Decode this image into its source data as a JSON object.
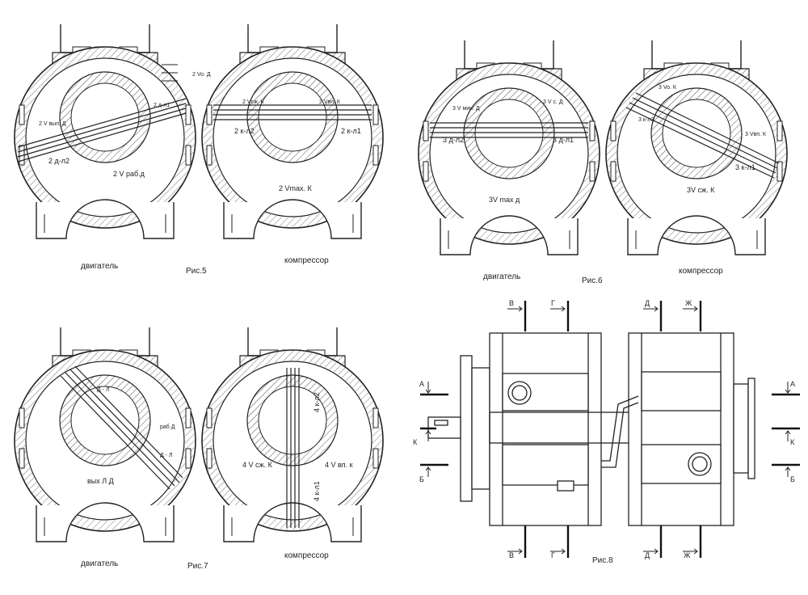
{
  "figures": {
    "fig5": {
      "caption": "Рис.5",
      "left": {
        "title": "двигатель",
        "labels": [
          "2 Vo. Д",
          "2 д-л1",
          "2 V вып. Д",
          "2 д-л2",
          "2 V раб.д"
        ]
      },
      "right": {
        "title": "компрессор",
        "labels": [
          "2 Vсж. К",
          "2 Vвп. К",
          "2 к-л2",
          "2 к-л1",
          "2 Vmax. К"
        ]
      }
    },
    "fig6": {
      "caption": "Рис.6",
      "left": {
        "title": "двигатель",
        "labels": [
          "3 V мин. Д",
          "3 V с. Д",
          "3 д-л2",
          "3 д-л1",
          "3V max д"
        ]
      },
      "right": {
        "title": "компрессор",
        "labels": [
          "3 Vo. К",
          "3 к-л2",
          "3 Vвп. К",
          "3 к-л1",
          "3V сж. К"
        ]
      }
    },
    "fig7": {
      "caption": "Рис.7",
      "left": {
        "title": "двигатель",
        "labels": [
          "Д - Л",
          "раб Д",
          "Д - Л",
          "вых Л  Д"
        ]
      },
      "right": {
        "title": "компрессор",
        "labels": [
          "4 к-л2",
          "4 V сж. К",
          "4 V вп. к",
          "4 к-л1"
        ]
      }
    },
    "fig8": {
      "caption": "Рис.8",
      "section_marks": [
        "В",
        "Г",
        "Д",
        "Ж",
        "А",
        "К",
        "Б",
        "А",
        "К",
        "Б",
        "В",
        "Г",
        "Д",
        "Ж"
      ]
    }
  }
}
